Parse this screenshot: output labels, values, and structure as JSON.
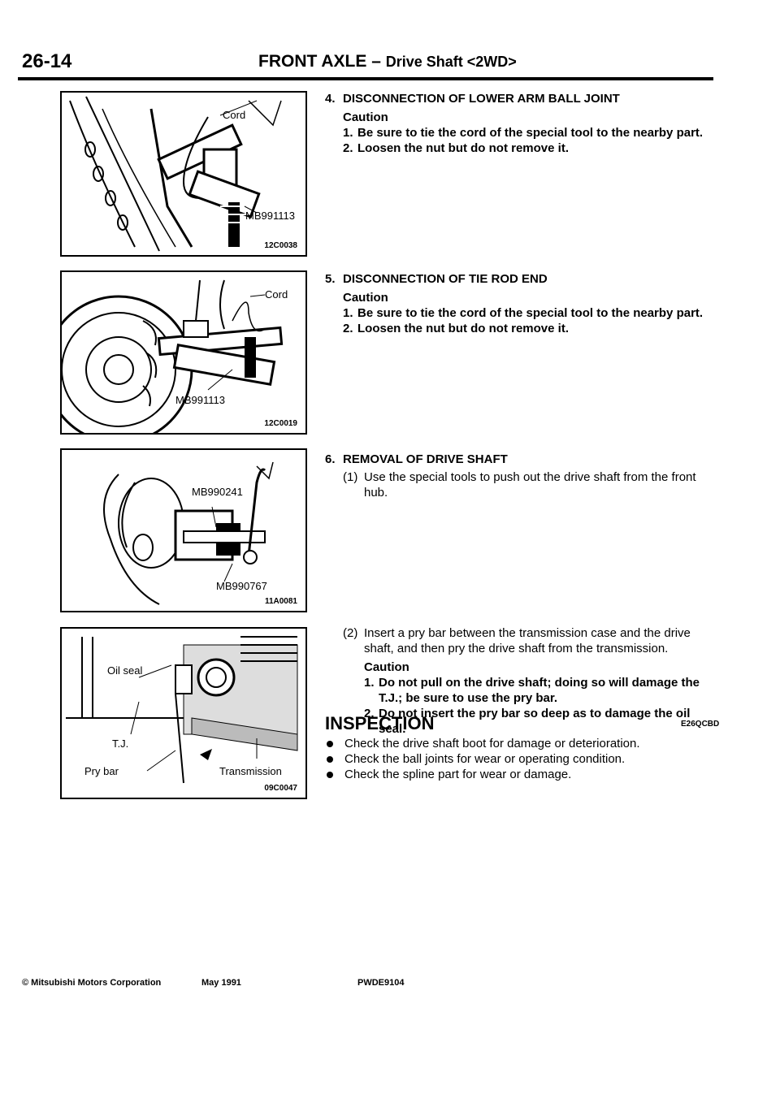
{
  "header": {
    "page_number": "26-14",
    "title": "FRONT AXLE",
    "dash": " – ",
    "subtitle": "Drive Shaft <2WD>"
  },
  "figures": [
    {
      "labels": [
        "Cord",
        "MB991113"
      ],
      "code": "12C0038"
    },
    {
      "labels": [
        "Cord",
        "MB991113"
      ],
      "code": "12C0019"
    },
    {
      "labels": [
        "MB990241",
        "MB990767"
      ],
      "code": "11A0081"
    },
    {
      "labels": [
        "Oil seal",
        "T.J.",
        "Pry bar",
        "Transmission"
      ],
      "code": "09C0047"
    }
  ],
  "sections": [
    {
      "number": "4.",
      "heading": "DISCONNECTION OF LOWER ARM BALL JOINT",
      "caution": "Caution",
      "items": [
        {
          "n": "1.",
          "text": "Be sure to tie the cord of the special tool to the nearby part."
        },
        {
          "n": "2.",
          "text": "Loosen the nut but do not remove it."
        }
      ]
    },
    {
      "number": "5.",
      "heading": "DISCONNECTION OF TIE ROD END",
      "caution": "Caution",
      "items": [
        {
          "n": "1.",
          "text": "Be sure to tie the cord of the special tool to the nearby part."
        },
        {
          "n": "2.",
          "text": "Loosen the nut but do not remove it."
        }
      ]
    },
    {
      "number": "6.",
      "heading": "REMOVAL OF DRIVE SHAFT",
      "step1": {
        "n": "(1)",
        "text": "Use the special tools to push out the drive shaft from the front hub."
      },
      "step2": {
        "n": "(2)",
        "text": "Insert a pry bar between the transmission case and the drive shaft, and then pry the drive shaft from the transmission."
      },
      "caution": "Caution",
      "items": [
        {
          "n": "1.",
          "text": "Do not pull on the drive shaft; doing so will damage the T.J.; be sure to use the pry bar."
        },
        {
          "n": "2.",
          "text": "Do not insert the pry bar so deep as to damage the oil seal."
        }
      ]
    }
  ],
  "inspection": {
    "title": "INSPECTION",
    "code": "E26QCBD",
    "bullets": [
      "Check the drive shaft boot for damage or deterioration.",
      "Check the ball joints for wear or operating condition.",
      "Check the spline part for wear or damage."
    ]
  },
  "footer": {
    "copyright": "© Mitsubishi Motors Corporation",
    "date": "May 1991",
    "doc_code": "PWDE9104"
  }
}
